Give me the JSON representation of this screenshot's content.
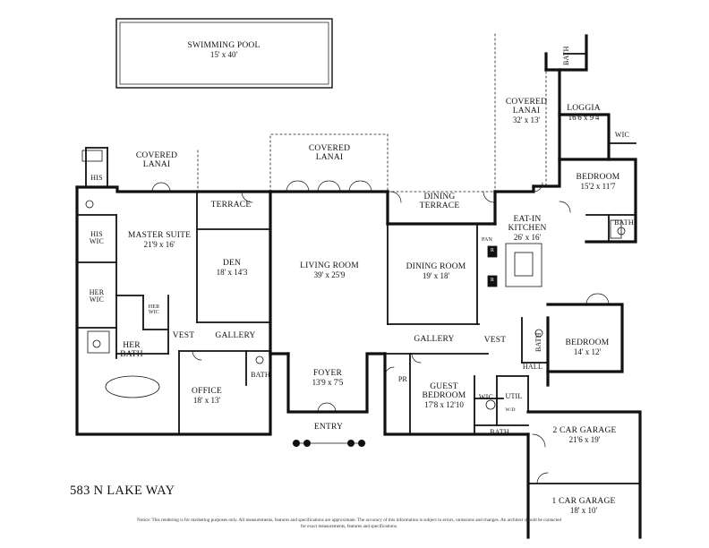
{
  "address": "583 N LAKE WAY",
  "notice": "Notice: This rendering is for marketing purposes only. All measurements, features and specifications are approximate. The accuracy of this information is subject to errors, omissions and changes. An architect should be contacted for exact measurements, features and specifications.",
  "rooms": {
    "swimming_pool": {
      "name": "SWIMMING POOL",
      "dims": "15' x 40'"
    },
    "covered_lanai_left": {
      "name": "COVERED\nLANAI",
      "dims": ""
    },
    "covered_lanai_center": {
      "name": "COVERED\nLANAI",
      "dims": ""
    },
    "covered_lanai_right": {
      "name": "COVERED\nLANAI",
      "dims": "32' x 13'"
    },
    "loggia": {
      "name": "LOGGIA",
      "dims": "16'6 x 9'4"
    },
    "his": {
      "name": "HIS",
      "dims": ""
    },
    "his_wic": {
      "name": "HIS\nWIC",
      "dims": ""
    },
    "her_wic": {
      "name": "HER\nWIC",
      "dims": ""
    },
    "her_wic_small": {
      "name": "HER\nWIC",
      "dims": ""
    },
    "her_bath": {
      "name": "HER\nBATH",
      "dims": ""
    },
    "master_suite": {
      "name": "MASTER SUITE",
      "dims": "21'9 x 16'"
    },
    "terrace": {
      "name": "TERRACE",
      "dims": ""
    },
    "den": {
      "name": "DEN",
      "dims": "18' x 14'3"
    },
    "living_room": {
      "name": "LIVING ROOM",
      "dims": "39' x 25'9"
    },
    "dining_terrace": {
      "name": "DINING\nTERRACE",
      "dims": ""
    },
    "dining_room": {
      "name": "DINING ROOM",
      "dims": "19' x 18'"
    },
    "eat_in_kitchen": {
      "name": "EAT-IN\nKITCHEN",
      "dims": "26' x 16'"
    },
    "pan": {
      "name": "PAN",
      "dims": ""
    },
    "bedroom_upper": {
      "name": "BEDROOM",
      "dims": "15'2 x 11'7"
    },
    "wic_upper": {
      "name": "WIC",
      "dims": ""
    },
    "bath_upper": {
      "name": "BATH",
      "dims": ""
    },
    "vest_left": {
      "name": "VEST",
      "dims": ""
    },
    "gallery_left": {
      "name": "GALLERY",
      "dims": ""
    },
    "office": {
      "name": "OFFICE",
      "dims": "18' x 13'"
    },
    "bath_office": {
      "name": "BATH",
      "dims": ""
    },
    "foyer": {
      "name": "FOYER",
      "dims": "13'9 x 7'5"
    },
    "entry": {
      "name": "ENTRY",
      "dims": ""
    },
    "gallery_right": {
      "name": "GALLERY",
      "dims": ""
    },
    "vest_right": {
      "name": "VEST",
      "dims": ""
    },
    "pr": {
      "name": "PR",
      "dims": ""
    },
    "guest_bedroom": {
      "name": "GUEST\nBEDROOM",
      "dims": "17'8 x 12'10"
    },
    "wic_guest": {
      "name": "WIC",
      "dims": ""
    },
    "util": {
      "name": "UTIL",
      "dims": ""
    },
    "wd": {
      "name": "W/D",
      "dims": ""
    },
    "bath_guest": {
      "name": "BATH",
      "dims": ""
    },
    "hall": {
      "name": "HALL",
      "dims": ""
    },
    "bath_right": {
      "name": "BATH",
      "dims": ""
    },
    "bedroom_lower": {
      "name": "BEDROOM",
      "dims": "14' x 12'"
    },
    "garage_2car": {
      "name": "2 CAR GARAGE",
      "dims": "21'6 x 19'"
    },
    "garage_1car": {
      "name": "1 CAR GARAGE",
      "dims": "18' x 10'"
    },
    "bath_loggia": {
      "name": "BATH",
      "dims": ""
    }
  },
  "appliance_marks": {
    "r1": "R",
    "r2": "R"
  }
}
